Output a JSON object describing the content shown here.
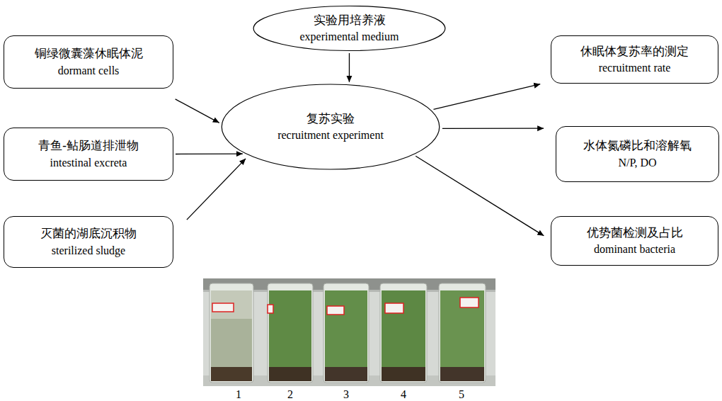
{
  "diagram": {
    "nodes": [
      {
        "text": [
          "实验用培养液",
          "experimental medium"
        ]
      },
      {
        "text": [
          "铜绿微囊藻休眠体泥",
          "dormant cells"
        ]
      },
      {
        "text": [
          "青鱼-鲇肠道排泄物",
          "intestinal excreta"
        ]
      },
      {
        "text": [
          "灭菌的湖底沉积物",
          "sterilized sludge"
        ]
      },
      {
        "text": [
          "复苏实验",
          "recruitment experiment"
        ]
      },
      {
        "text": [
          "休眠体复苏率的测定",
          "recruitment rate"
        ]
      },
      {
        "text": [
          "水体氮磷比和溶解氧",
          "N/P, DO"
        ]
      },
      {
        "text": [
          "优势菌检测及占比",
          "dominant bacteria"
        ]
      }
    ],
    "edges": [
      {
        "from": 1,
        "to": 4,
        "arrow": "to"
      },
      {
        "from": 2,
        "to": 4,
        "arrow": "to"
      },
      {
        "from": 3,
        "to": 4,
        "arrow": "to"
      },
      {
        "from": 0,
        "to": 4,
        "arrow": "to"
      },
      {
        "from": 4,
        "to": 5,
        "arrow": "to"
      },
      {
        "from": 4,
        "to": 6,
        "arrow": "to"
      },
      {
        "from": 4,
        "to": 7,
        "arrow": "to"
      }
    ],
    "labels": [
      "1",
      "2",
      "3",
      "4",
      "5"
    ]
  }
}
